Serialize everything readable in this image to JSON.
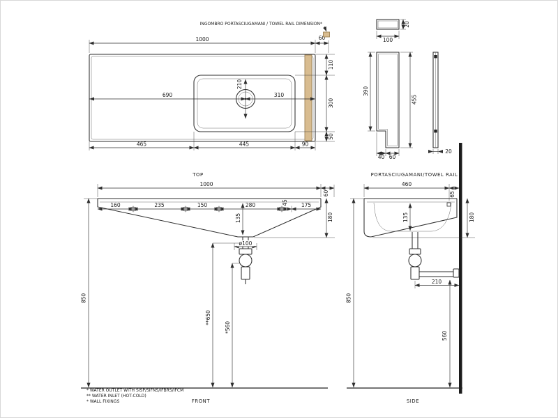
{
  "drawing": {
    "header_note": "INGOMBRO PORTASCIUGAMANI / TOWEL RAIL DIMENSION*",
    "footnotes": [
      "*  WATER OUTLET WITH SISP/SIFNS/IFBRS/IFCM",
      "** WATER INLET  (HOT-COLD)",
      "*  WALL FIXINGS"
    ],
    "colors": {
      "line": "#2e2e2e",
      "towel_rail_fill": "#d8bc90",
      "wall": "#1b1b1b",
      "background": "#ffffff"
    }
  },
  "views": {
    "top": {
      "title": "TOP",
      "dims": {
        "overall_width": "1000",
        "towel_rail_offset": "60",
        "back_to_bowl": "110",
        "bowl_depth": "300",
        "bowl_to_front": "50",
        "drain_from_left": "690",
        "drain_to_right": "310",
        "drain_circle": "210",
        "bowl_from_left": "465",
        "bowl_width": "445",
        "bowl_from_right": "90"
      }
    },
    "towel_rail": {
      "title": "PORTASCIUGAMANI/TOWEL RAIL",
      "dims": {
        "profile_thickness": "20",
        "profile_width": "100",
        "arm_length": "390",
        "overall_length": "455",
        "hook_return": "40",
        "hook_width": "60",
        "bar_thickness": "20"
      }
    },
    "front": {
      "title": "FRONT",
      "dims": {
        "overall_width": "1000",
        "towel_rail_offset": "60",
        "spacing_1": "160",
        "spacing_2": "235",
        "spacing_3": "150",
        "spacing_4": "280",
        "spacing_5": "45",
        "spacing_6": "175",
        "bowl_inner_depth": "135",
        "front_height": "180",
        "drain_diameter": "ø100",
        "floor_to_rim": "850",
        "water_inlet_height": "**650",
        "water_outlet_height": "*560"
      }
    },
    "side": {
      "title": "SIDE",
      "dims": {
        "overall_depth": "460",
        "fixing_to_wall": "65",
        "bowl_inner_depth": "135",
        "front_height": "180",
        "floor_to_rim": "850",
        "trap_to_wall": "210",
        "water_outlet_height": "560"
      }
    }
  }
}
